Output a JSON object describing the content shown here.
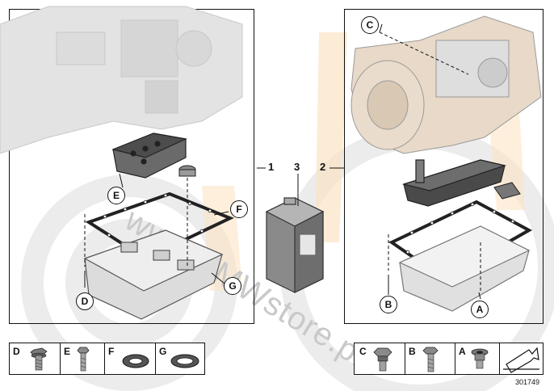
{
  "watermark": "www.BMWstore.pl",
  "diagram_id": "301749",
  "callouts": {
    "A": "A",
    "B": "B",
    "C": "C",
    "D": "D",
    "E": "E",
    "F": "F",
    "G": "G"
  },
  "part_numbers": [
    "1",
    "3",
    "2"
  ],
  "legend_left": [
    {
      "letter": "D",
      "part": "bolt"
    },
    {
      "letter": "E",
      "part": "screw"
    },
    {
      "letter": "F",
      "part": "seal ring"
    },
    {
      "letter": "G",
      "part": "seal ring"
    }
  ],
  "legend_right": [
    {
      "letter": "C",
      "part": "plug"
    },
    {
      "letter": "B",
      "part": "bolt"
    },
    {
      "letter": "A",
      "part": "drain plug"
    }
  ],
  "colors": {
    "line": "#111111",
    "part_gray": "#d9d9d9",
    "watermark_gray": "#e6e6e6",
    "watermark_orange": "#fbe4c4"
  }
}
